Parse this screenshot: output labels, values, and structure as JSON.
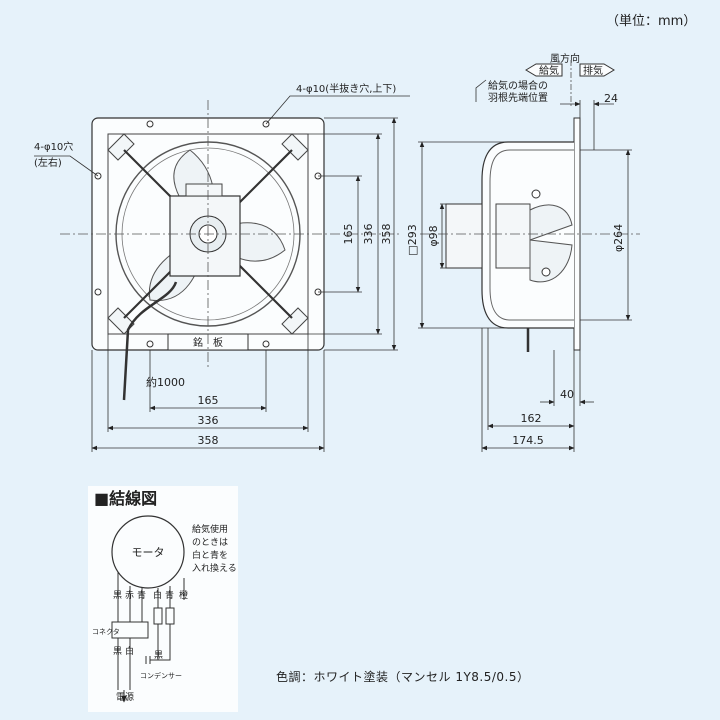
{
  "unit_label": "（単位：mm）",
  "front_view": {
    "mount_hole_note": "4-φ10(半抜き穴,上下)",
    "side_hole_note_line1": "4-φ10穴",
    "side_hole_note_line2": "(左右)",
    "nameplate_label": "銘　板",
    "cord_length": "約1000",
    "dim_width_inner": "165",
    "dim_width_mid": "336",
    "dim_width_outer": "358",
    "dim_height_inner": "165",
    "dim_height_mid": "336",
    "dim_height_outer": "358"
  },
  "side_view": {
    "airflow_label": "風方向",
    "intake_label": "給気",
    "exhaust_label": "排気",
    "blade_note_line1": "給気の場合の",
    "blade_note_line2": "羽根先端位置",
    "dim_top_offset": "24",
    "dim_square": "□293",
    "dim_motor_dia": "φ98",
    "dim_blade_dia": "φ264",
    "dim_flange": "40",
    "dim_depth_inner": "162",
    "dim_depth_outer": "174.5"
  },
  "wiring": {
    "title": "■結線図",
    "motor_label": "モータ",
    "note_lines": [
      "給気使用",
      "のときは",
      "白と青を",
      "入れ換える"
    ],
    "wire_black": "黒",
    "wire_red": "赤",
    "wire_blue": "青",
    "wire_white": "白",
    "wire_blue2": "青",
    "wire_orange": "橙",
    "connector_label": "コネクタ",
    "lower_black": "黒",
    "lower_white": "白",
    "cap_black": "黒",
    "capacitor_label": "コンデンサー",
    "power_label": "電源"
  },
  "color_note": "色調：ホワイト塗装（マンセル 1Y8.5/0.5）"
}
